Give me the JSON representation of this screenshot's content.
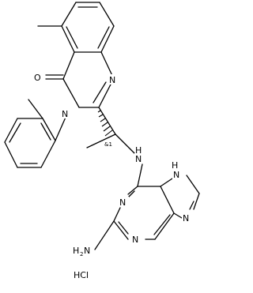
{
  "molecule": {
    "atoms": {
      "n1": "N",
      "n3": "N",
      "o": "O",
      "nh_link": "N",
      "nh_link_h": "H",
      "n_purine_a": "N",
      "n_purine_b": "N",
      "n_imid_h": "N",
      "n_imid_h_h": "H",
      "n_imid": "N",
      "nh2_h": "H",
      "nh2_sub": "2",
      "nh2_n": "N"
    },
    "stereo_label": "&1",
    "salt": "HCl"
  }
}
